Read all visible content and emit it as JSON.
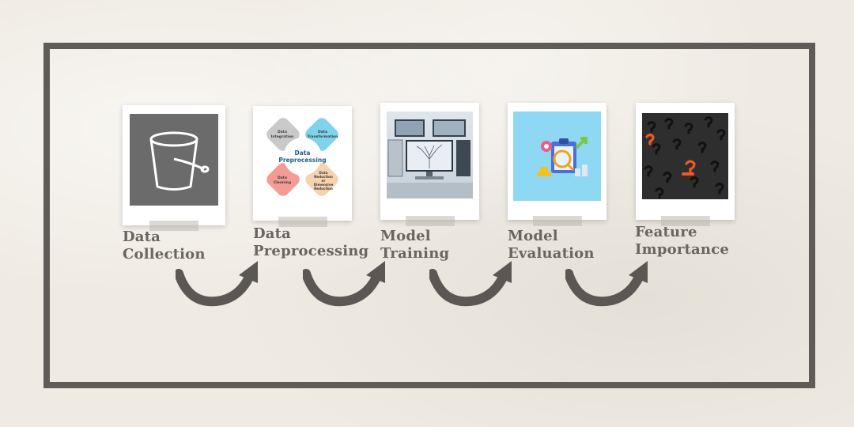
{
  "steps": [
    {
      "line1": "Data",
      "line2": "Collection",
      "icon": "bucket-icon"
    },
    {
      "line1": "Data",
      "line2": "Preprocessing",
      "icon": "preprocessing-diagram-icon"
    },
    {
      "line1": "Model",
      "line2": "Training",
      "icon": "computer-workstation-icon"
    },
    {
      "line1": "Model",
      "line2": "Evaluation",
      "icon": "evaluation-clipboard-icon"
    },
    {
      "line1": "Feature",
      "line2": "Importance",
      "icon": "question-marks-icon"
    }
  ],
  "preprocessing": {
    "center": [
      "Data",
      "Preprocessing"
    ],
    "integration": [
      "Data",
      "Integration"
    ],
    "transformation": [
      "Data",
      "Transformation"
    ],
    "cleaning": [
      "Data",
      "Cleaning"
    ],
    "reduction": [
      "Data",
      "Reduction",
      "or",
      "Dimensive",
      "Reduction"
    ]
  },
  "colors": {
    "frame": "#5f5c58",
    "label": "#6a655f",
    "arrow": "#5b5853",
    "integration": "#c9c9c9",
    "transformation": "#7fd3ea",
    "cleaning": "#f49b95",
    "reduction": "#f6d3ae",
    "accent_orange": "#ef5a22"
  }
}
